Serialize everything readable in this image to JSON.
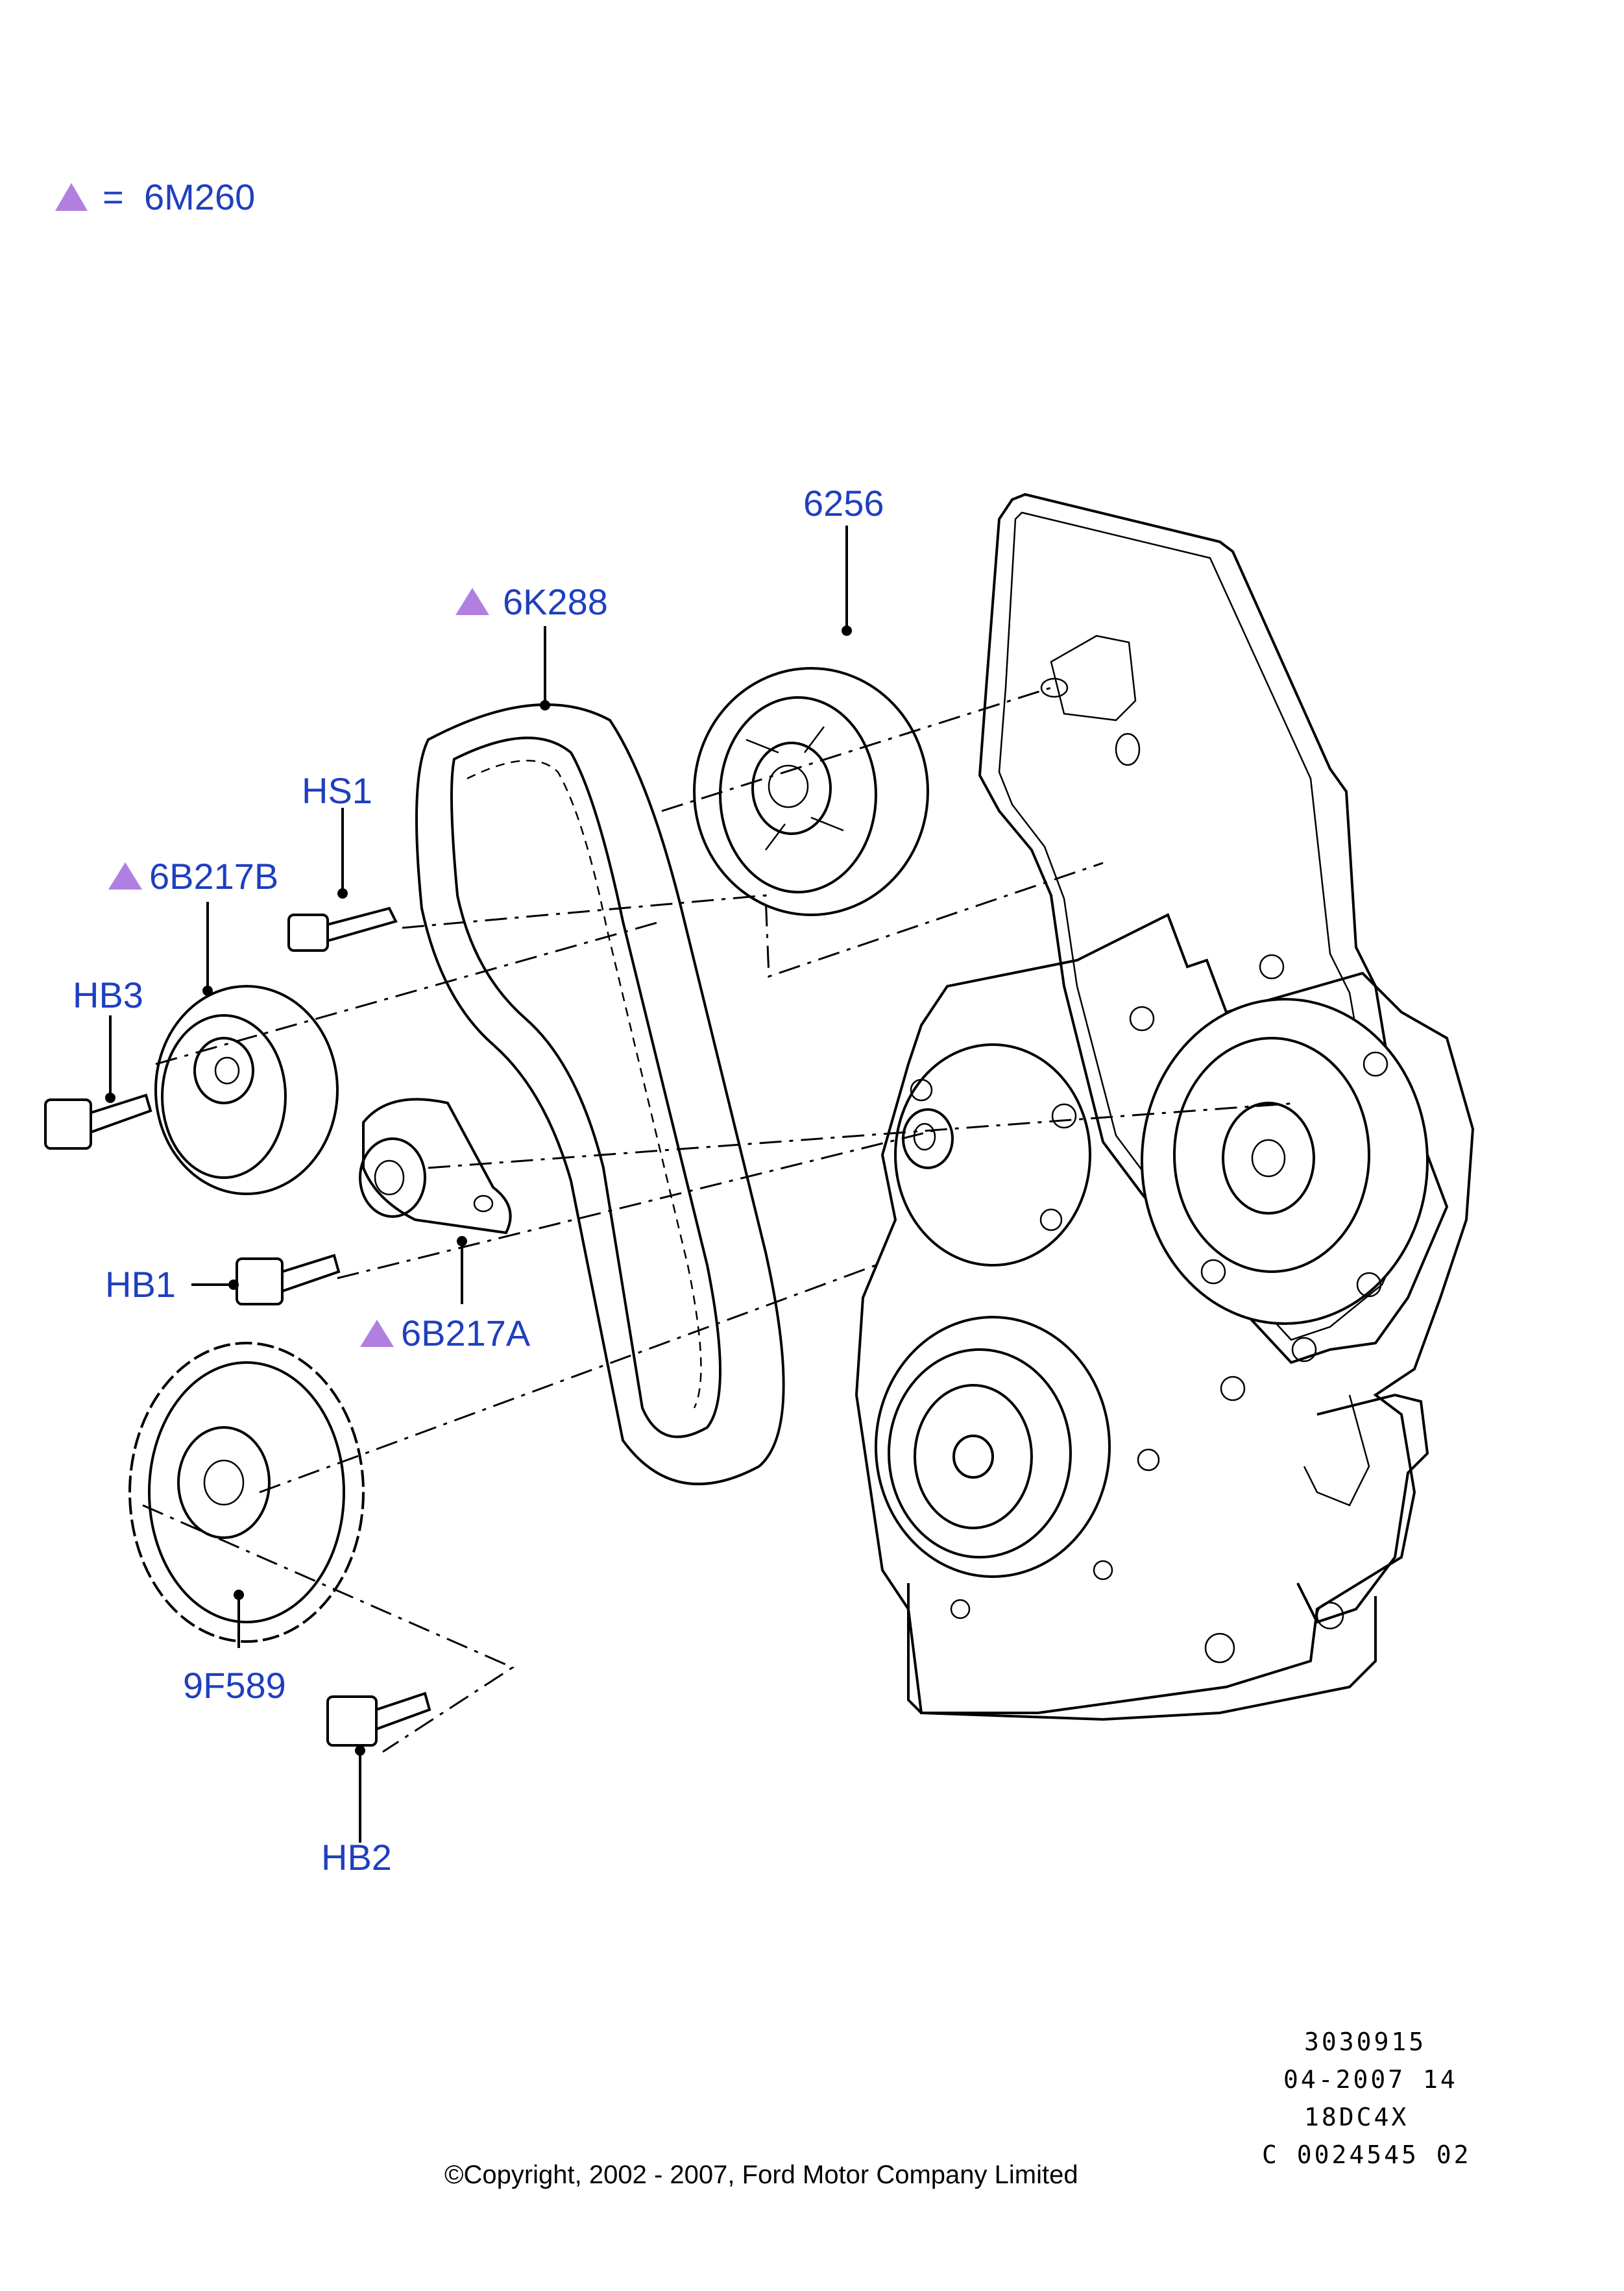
{
  "legend": {
    "symbol": "triangle",
    "equals": "=",
    "code": "6M260"
  },
  "callouts": {
    "c6256": "6256",
    "c6K288": "6K288",
    "cHS1": "HS1",
    "c6B217B": "6B217B",
    "cHB3": "HB3",
    "cHB1": "HB1",
    "c6B217A": "6B217A",
    "c9F589": "9F589",
    "cHB2": "HB2"
  },
  "meta": {
    "line1": "3030915",
    "line2": "04-2007 14",
    "line3": "18DC4X",
    "line4": "C 0024545 02"
  },
  "copyright": "©Copyright, 2002 - 2007, Ford Motor Company Limited",
  "colors": {
    "label": "#1f3fbf",
    "triangle": "#b07fe0",
    "line": "#000000"
  }
}
